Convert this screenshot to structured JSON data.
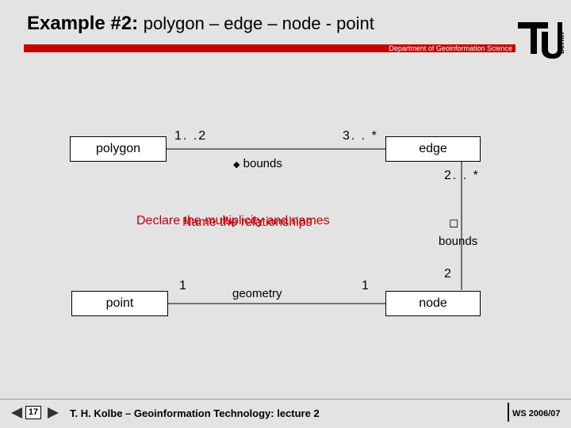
{
  "header": {
    "title_bold": "Example #2:",
    "title_rest": "polygon – edge – node - point",
    "department": "Department of Geoinformation Science",
    "logo_text": "berlin",
    "colors": {
      "accent": "#c80000",
      "background": "#e3e3e3"
    }
  },
  "diagram": {
    "classes": {
      "polygon": "polygon",
      "edge": "edge",
      "point": "point",
      "node": "node"
    },
    "labels": {
      "poly_edge_mult_left": "1. .2",
      "poly_edge_mult_right": "3. . *",
      "poly_edge_role": "bounds",
      "poly_edge_role_marker": "◆",
      "edge_node_mult_top": "2. . *",
      "edge_node_marker": "◻",
      "edge_node_role": "bounds",
      "edge_node_mult_bottom": "2",
      "point_node_mult_left": "1",
      "point_node_role": "geometry",
      "point_node_mult_right": "1"
    },
    "overlay_text": [
      "Declare the multiplicity and names",
      "Name the relationships"
    ]
  },
  "footer": {
    "page_number": "17",
    "nav_prev_icon": "triangle-left-icon",
    "nav_next_icon": "triangle-right-icon",
    "author_line": "T. H. Kolbe – Geoinformation Technology: lecture 2",
    "semester": "WS 2006/07"
  }
}
